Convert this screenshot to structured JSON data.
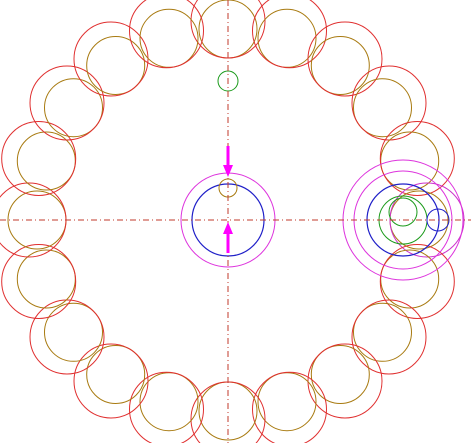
{
  "colors": {
    "background": "#ffffff",
    "ring_large": "#e03030",
    "ring_small": "#a87a10",
    "centerline": "#c0392b",
    "blue": "#2020c8",
    "green": "#1a9a1a",
    "magenta": "#dd33dd",
    "arrow": "#ff00ff",
    "ring_large_highlight": "#cc33cc"
  },
  "diagram": {
    "ring_count": 20,
    "components": [
      "centerline-horizontal",
      "centerline-vertical",
      "ring-circle-pairs",
      "top-green-circle",
      "center-magenta-circle",
      "center-blue-circle",
      "center-small-circle",
      "arrow-down",
      "arrow-up",
      "right-detail-assembly"
    ]
  }
}
